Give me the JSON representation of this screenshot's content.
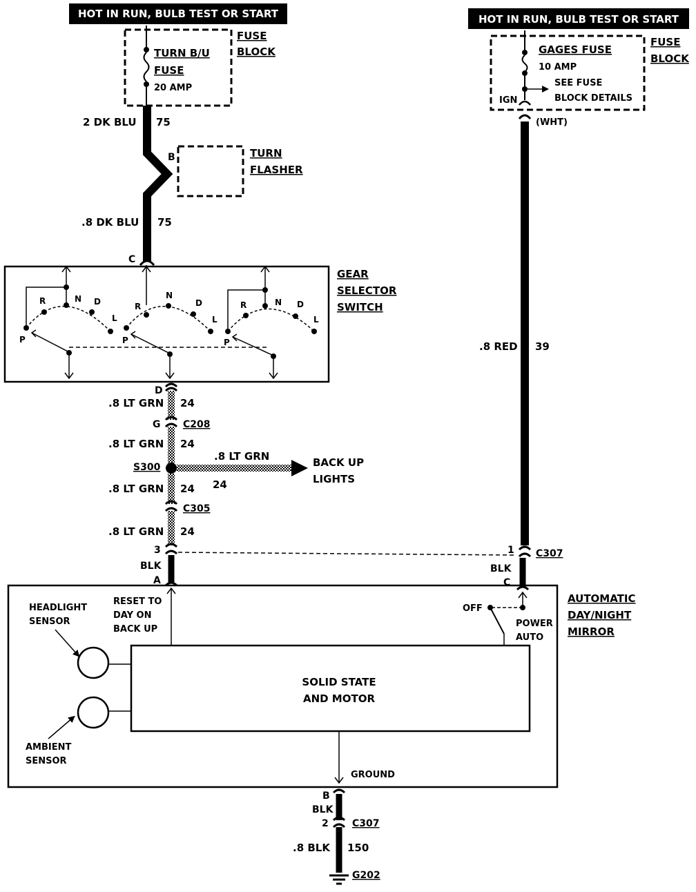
{
  "headers": {
    "left": "HOT IN RUN, BULB TEST OR START",
    "right": "HOT IN RUN, BULB TEST OR START"
  },
  "fuse_block_left": {
    "name_line1": "FUSE",
    "name_line2": "BLOCK",
    "fuse_line1": "TURN B/U",
    "fuse_line2": "FUSE",
    "rating": "20 AMP"
  },
  "fuse_block_right": {
    "name_line1": "FUSE",
    "name_line2": "BLOCK",
    "fuse_name": "GAGES FUSE",
    "rating": "10 AMP",
    "note_line1": "SEE FUSE",
    "note_line2": "BLOCK DETAILS",
    "ign": "IGN",
    "connector_color": "(WHT)"
  },
  "turn_flasher": {
    "line1": "TURN",
    "line2": "FLASHER",
    "terminal": "B"
  },
  "gear_selector": {
    "line1": "GEAR",
    "line2": "SELECTOR",
    "line3": "SWITCH",
    "terminal_in": "C",
    "terminal_out": "D",
    "positions": [
      "P",
      "R",
      "N",
      "D",
      "L"
    ]
  },
  "wires": {
    "w1_size_color": "2 DK BLU",
    "w1_circuit": "75",
    "w2_size_color": ".8 DK BLU",
    "w2_circuit": "75",
    "w3_size_color": ".8 LT GRN",
    "w3_circuit": "24",
    "w4_size_color": ".8 LT GRN",
    "w4_circuit": "24",
    "w5_size_color": ".8 LT GRN",
    "w5_circuit": "24",
    "w6_size_color": ".8 LT GRN",
    "w6_circuit": "24",
    "w7_size_color": ".8 LT GRN",
    "w7_circuit": "24",
    "red_size_color": ".8 RED",
    "red_circuit": "39",
    "ground_size_color": ".8 BLK",
    "ground_circuit": "150"
  },
  "connectors": {
    "c208": "C208",
    "c208_pin": "G",
    "s300": "S300",
    "c305": "C305",
    "c307_left_pin": "3",
    "c307_right_pin": "1",
    "c307_right": "C307",
    "c307_bottom_pin": "2",
    "c307_bottom": "C307",
    "g202": "G202",
    "blk": "BLK",
    "pin_a": "A",
    "pin_c": "C",
    "pin_b": "B"
  },
  "backup_lights": {
    "line1": "BACK UP",
    "line2": "LIGHTS"
  },
  "mirror": {
    "name_line1": "AUTOMATIC",
    "name_line2": "DAY/NIGHT",
    "name_line3": "MIRROR",
    "reset_line1": "RESET TO",
    "reset_line2": "DAY ON",
    "reset_line3": "BACK UP",
    "headlight_line1": "HEADLIGHT",
    "headlight_line2": "SENSOR",
    "ambient_line1": "AMBIENT",
    "ambient_line2": "SENSOR",
    "solid_line1": "SOLID STATE",
    "solid_line2": "AND MOTOR",
    "off": "OFF",
    "power": "POWER",
    "auto": "AUTO",
    "ground": "GROUND"
  }
}
